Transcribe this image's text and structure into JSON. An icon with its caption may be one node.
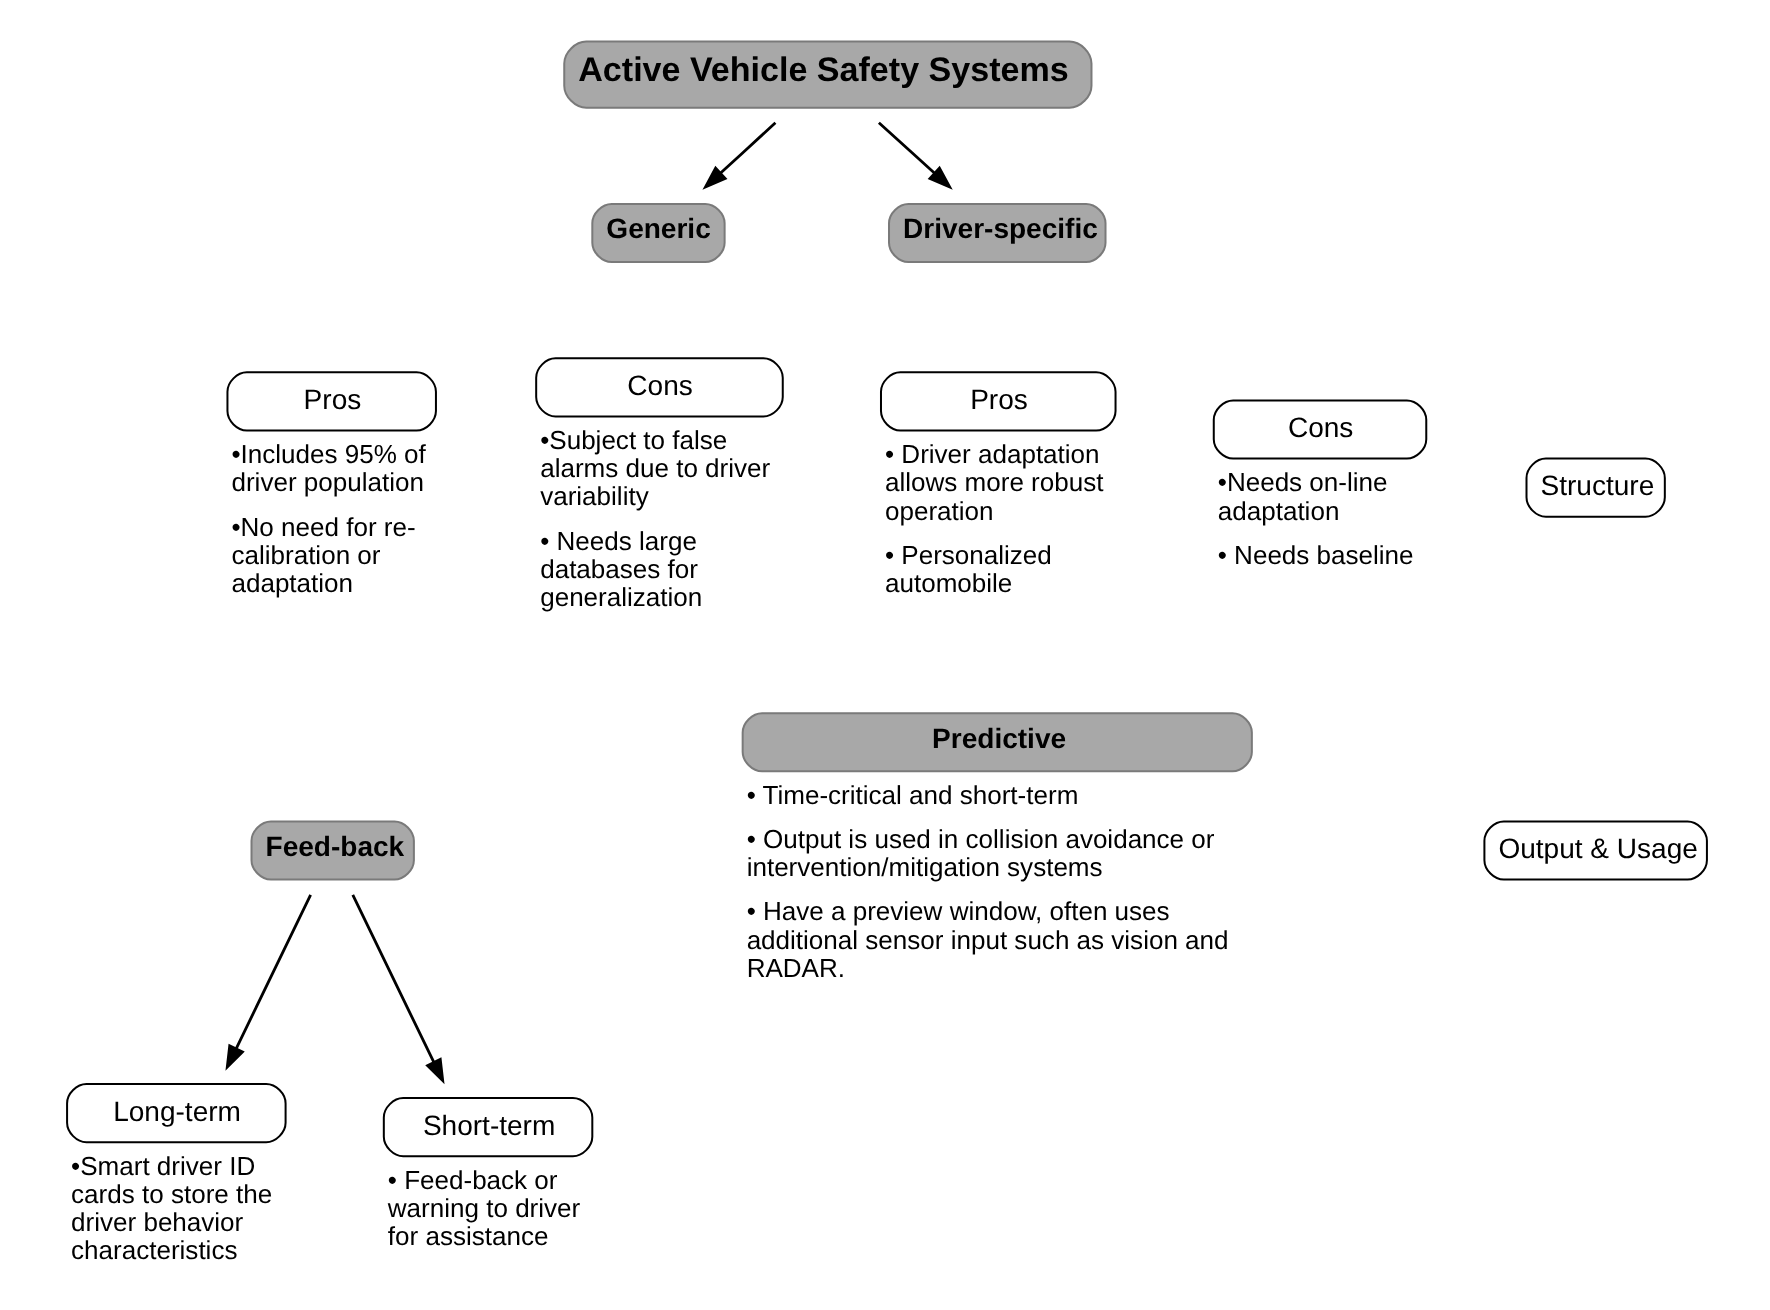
{
  "diagram": {
    "nodes": [
      {
        "text": [
          "Active Vehicle Safety Systems"
        ]
      },
      {
        "text": [
          "Generic"
        ]
      },
      {
        "text": [
          "Driver-specific"
        ]
      },
      {
        "text": [
          "Pros"
        ],
        "beside": [
          "•Includes 95% of driver population",
          "•No need for re-calibration or adaptation"
        ]
      },
      {
        "text": [
          "Cons"
        ],
        "beside": [
          "•Subject to false alarms due to driver variability",
          "• Needs large databases for generalization"
        ]
      },
      {
        "text": [
          "Pros"
        ],
        "beside": [
          "• Driver adaptation allows more robust operation",
          "• Personalized automobile"
        ]
      },
      {
        "text": [
          "Cons"
        ],
        "beside": [
          "•Needs on-line adaptation",
          "• Needs baseline"
        ]
      },
      {
        "text": [
          "Structure"
        ]
      },
      {
        "text": [
          "Output & Usage"
        ]
      },
      {
        "text": [
          "Feed-back"
        ]
      },
      {
        "text": [
          "Predictive"
        ],
        "beside": [
          "• Time-critical and short-term",
          "• Output is used in collision avoidance or intervention/mitigation systems",
          "• Have a preview window, often uses additional sensor input such as vision and RADAR."
        ]
      },
      {
        "text": [
          "Long-term"
        ],
        "beside": [
          "•Smart driver ID cards to store the driver behavior characteristics"
        ]
      },
      {
        "text": [
          "Short-term"
        ],
        "beside": [
          "• Feed-back or warning to driver for assistance"
        ]
      }
    ],
    "edges": [
      {
        "from": 0,
        "to": 1,
        "arrow": "to"
      },
      {
        "from": 0,
        "to": 2,
        "arrow": "to"
      },
      {
        "from": 9,
        "to": 11,
        "arrow": "to"
      },
      {
        "from": 9,
        "to": 12,
        "arrow": "to"
      }
    ]
  }
}
